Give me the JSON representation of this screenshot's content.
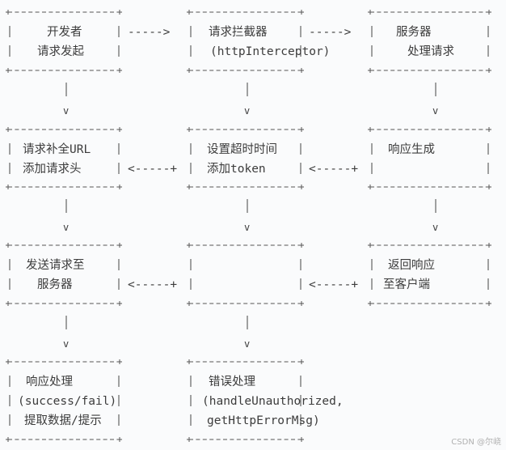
{
  "boxes": [
    {
      "id": "developer",
      "lines": [
        "开发者",
        "请求发起"
      ]
    },
    {
      "id": "interceptor",
      "lines": [
        "请求拦截器",
        "(httpInterceptor)"
      ]
    },
    {
      "id": "server",
      "lines": [
        "服务器",
        "处理请求"
      ]
    },
    {
      "id": "complete-url",
      "lines": [
        "请求补全URL",
        "添加请求头"
      ]
    },
    {
      "id": "timeout-token",
      "lines": [
        "设置超时时间",
        "添加token"
      ]
    },
    {
      "id": "response-gen",
      "lines": [
        "响应生成",
        ""
      ]
    },
    {
      "id": "send-to-server",
      "lines": [
        "发送请求至",
        "服务器"
      ]
    },
    {
      "id": "empty-middle",
      "lines": [
        "",
        ""
      ]
    },
    {
      "id": "return-response",
      "lines": [
        "返回响应",
        "至客户端"
      ]
    },
    {
      "id": "response-handling",
      "lines": [
        "响应处理",
        "(success/fail)",
        "提取数据/提示"
      ]
    },
    {
      "id": "error-handling",
      "lines": [
        "错误处理",
        "(handleUnauthorized,",
        "getHttpErrorMsg)"
      ]
    }
  ],
  "arrows": {
    "right": "----->",
    "left": "<-----+",
    "down": "v"
  },
  "watermark": "CSDN @尔峣"
}
